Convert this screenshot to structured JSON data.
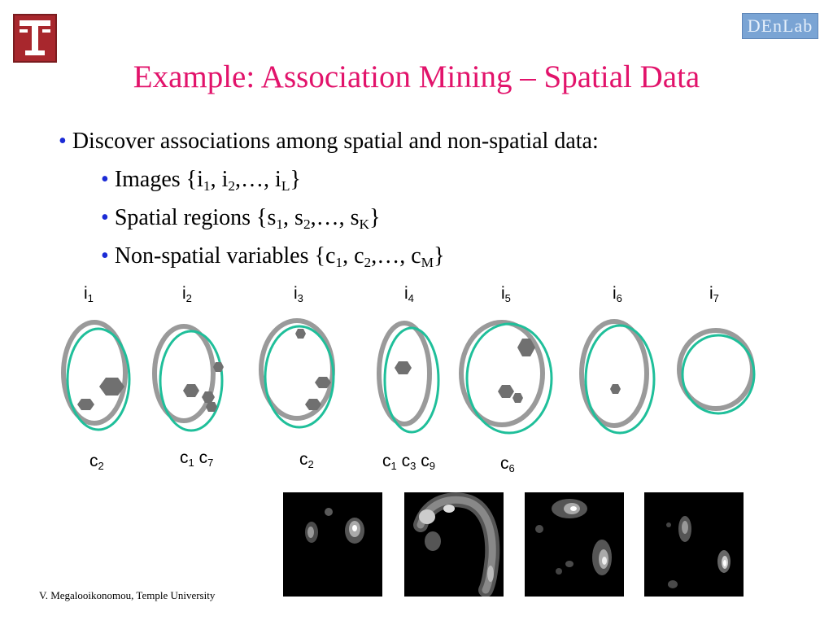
{
  "logos": {
    "left_logo": "T",
    "right_logo": "DEnLab"
  },
  "title": "Example: Association Mining – Spatial Data",
  "bullets": [
    {
      "text": "Discover associations among spatial and non-spatial data:"
    },
    {
      "pre": "Images {i",
      "s1": "1",
      "m1": ", i",
      "s2": "2",
      "m2": ",…, i",
      "s3": "L",
      "post": "}"
    },
    {
      "pre": "Spatial regions {s",
      "s1": "1",
      "m1": ", s",
      "s2": "2",
      "m2": ",…, s",
      "s3": "K",
      "post": "}"
    },
    {
      "pre": "Non-spatial variables {c",
      "s1": "1",
      "m1": ", c",
      "s2": "2",
      "m2": ",…, c",
      "s3": "M",
      "post": "}"
    }
  ],
  "bullet_char": "•",
  "images": [
    {
      "base": "i",
      "sub": "1",
      "classes": [
        {
          "base": "c",
          "sub": "2"
        }
      ]
    },
    {
      "base": "i",
      "sub": "2",
      "classes": [
        {
          "base": "c",
          "sub": "1"
        },
        {
          "base": "c",
          "sub": "7"
        }
      ]
    },
    {
      "base": "i",
      "sub": "3",
      "classes": [
        {
          "base": "c",
          "sub": "2"
        }
      ]
    },
    {
      "base": "i",
      "sub": "4",
      "classes": [
        {
          "base": "c",
          "sub": "1"
        },
        {
          "base": "c",
          "sub": "3"
        },
        {
          "base": "c",
          "sub": "9"
        }
      ]
    },
    {
      "base": "i",
      "sub": "5",
      "classes": [
        {
          "base": "c",
          "sub": "6"
        }
      ]
    },
    {
      "base": "i",
      "sub": "6",
      "classes": []
    },
    {
      "base": "i",
      "sub": "7",
      "classes": []
    }
  ],
  "colors": {
    "title": "#e2136b",
    "bullet": "#1b2bd6",
    "outline": "#1fbf9a",
    "outline_shadow": "#9a9a9a",
    "region": "#707070"
  },
  "footer": "V. Megalooikonomou, Temple University"
}
